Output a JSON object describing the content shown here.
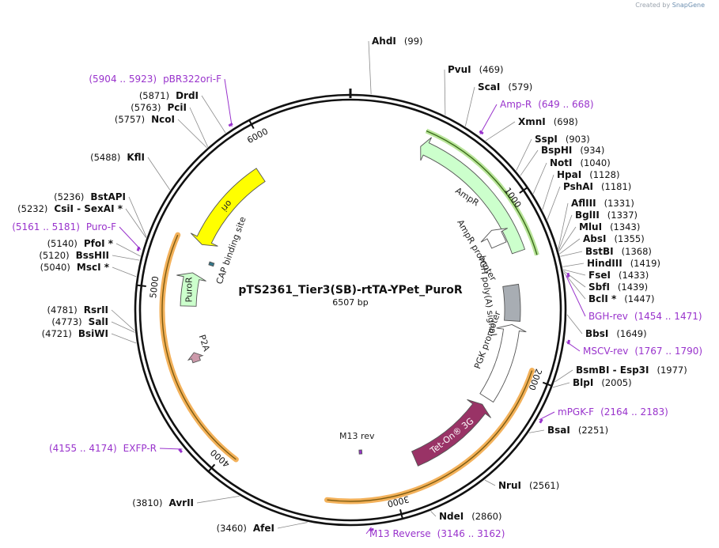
{
  "header": {
    "created_by": "Created by",
    "brand": "SnapGene"
  },
  "plasmid": {
    "name": "pTS2361_Tier3(SB)-rtTA-YPet_PuroR",
    "length": 6507,
    "length_label": "6507 bp"
  },
  "ruler": [
    "1000",
    "2000",
    "3000",
    "4000",
    "5000",
    "6000"
  ],
  "colors": {
    "ori": "#ffff00",
    "ampr": "#ccffcc",
    "puror": "#ccffcc",
    "teton": "#993366",
    "bgh": "#a8adb3",
    "p2a": "#cc99aa",
    "cap": "#33778a",
    "primer": "#9933cc",
    "orange_outline": "#f3b15a"
  },
  "features": [
    {
      "name": "ori",
      "label": "ori",
      "start": 5310,
      "end": 5900,
      "color": "#ffff00",
      "dir": -1
    },
    {
      "name": "ampr",
      "label": "AmpR",
      "start": 420,
      "end": 1280,
      "color": "#ccffcc",
      "dir": -1
    },
    {
      "name": "ampr-promoter",
      "label": "AmpR promoter",
      "start": 1095,
      "end": 1200,
      "color": "#ffffff",
      "dir": -1
    },
    {
      "name": "bgh-polya",
      "label": "bGH poly(A) signal",
      "start": 1469,
      "end": 1696,
      "color": "#a8adb3",
      "dir": 0
    },
    {
      "name": "pgk-promoter",
      "label": "PGK promoter",
      "start": 1720,
      "end": 2220,
      "color": "#ffffff",
      "dir": -1
    },
    {
      "name": "tet-on",
      "label": "Tet-On® 3G",
      "start": 2270,
      "end": 2830,
      "color": "#993366",
      "dir": -1
    },
    {
      "name": "m13-rev",
      "label": "M13 rev",
      "start": 3170,
      "end": 3190,
      "color": "#9933cc",
      "dir": 0
    },
    {
      "name": "puror",
      "label": "PuroR",
      "start": 4905,
      "end": 5120,
      "color": "#ccffcc",
      "dir": 1
    },
    {
      "name": "p2a",
      "label": "P2A",
      "start": 4545,
      "end": 4605,
      "color": "#cc99aa",
      "dir": 1
    },
    {
      "name": "cap-binding-site",
      "label": "CAP binding site",
      "start": 5200,
      "end": 5222,
      "color": "#33778a",
      "dir": 0
    }
  ],
  "sites": [
    {
      "name": "AhdI",
      "pos": "(99)"
    },
    {
      "name": "PvuI",
      "pos": "(469)"
    },
    {
      "name": "ScaI",
      "pos": "(579)"
    },
    {
      "name": "XmnI",
      "pos": "(698)"
    },
    {
      "name": "SspI",
      "pos": "(903)"
    },
    {
      "name": "BspHI",
      "pos": "(934)"
    },
    {
      "name": "NotI",
      "pos": "(1040)"
    },
    {
      "name": "HpaI",
      "pos": "(1128)"
    },
    {
      "name": "PshAI",
      "pos": "(1181)"
    },
    {
      "name": "AflIII",
      "pos": "(1331)"
    },
    {
      "name": "BglII",
      "pos": "(1337)"
    },
    {
      "name": "MluI",
      "pos": "(1343)"
    },
    {
      "name": "AbsI",
      "pos": "(1355)"
    },
    {
      "name": "BstBI",
      "pos": "(1368)"
    },
    {
      "name": "HindIII",
      "pos": "(1419)"
    },
    {
      "name": "FseI",
      "pos": "(1433)"
    },
    {
      "name": "SbfI",
      "pos": "(1439)"
    },
    {
      "name": "BclI *",
      "pos": "(1447)"
    },
    {
      "name": "BbsI",
      "pos": "(1649)"
    },
    {
      "name": "BsmBI - Esp3I",
      "pos": "(1977)"
    },
    {
      "name": "BlpI",
      "pos": "(2005)"
    },
    {
      "name": "BsaI",
      "pos": "(2251)"
    },
    {
      "name": "NruI",
      "pos": "(2561)"
    },
    {
      "name": "NdeI",
      "pos": "(2860)"
    },
    {
      "name": "AfeI",
      "pos": "(3460)"
    },
    {
      "name": "AvrII",
      "pos": "(3810)"
    },
    {
      "name": "BsiWI",
      "pos": "(4721)"
    },
    {
      "name": "SalI",
      "pos": "(4773)"
    },
    {
      "name": "RsrII",
      "pos": "(4781)"
    },
    {
      "name": "MscI *",
      "pos": "(5040)"
    },
    {
      "name": "BssHII",
      "pos": "(5120)"
    },
    {
      "name": "PfoI *",
      "pos": "(5140)"
    },
    {
      "name": "CsiI - SexAI *",
      "pos": "(5232)"
    },
    {
      "name": "BstAPI",
      "pos": "(5236)"
    },
    {
      "name": "KflI",
      "pos": "(5488)"
    },
    {
      "name": "NcoI",
      "pos": "(5757)"
    },
    {
      "name": "PciI",
      "pos": "(5763)"
    },
    {
      "name": "DrdI",
      "pos": "(5871)"
    }
  ],
  "primers": [
    {
      "label": "pBR322ori-F",
      "pos": "(5904 .. 5923)"
    },
    {
      "label": "Amp-R",
      "pos": "(649 .. 668)"
    },
    {
      "label": "BGH-rev",
      "pos": "(1454 .. 1471)"
    },
    {
      "label": "MSCV-rev",
      "pos": "(1767 .. 1790)"
    },
    {
      "label": "mPGK-F",
      "pos": "(2164 .. 2183)"
    },
    {
      "label": "M13 Reverse",
      "pos": "(3146 .. 3162)"
    },
    {
      "label": "EXFP-R",
      "pos": "(4155 .. 4174)"
    },
    {
      "label": "Puro-F",
      "pos": "(5161 .. 5181)"
    }
  ]
}
